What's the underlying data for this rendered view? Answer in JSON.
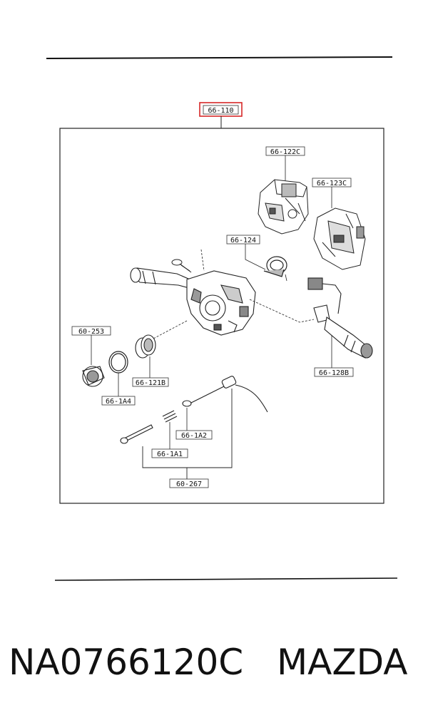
{
  "diagram": {
    "highlight_color": "#d62828",
    "part_labels": {
      "top": "66-110",
      "c122": "66-122C",
      "c123": "66-123C",
      "p124": "66-124",
      "p253": "60-253",
      "b121": "66-121B",
      "a14": "66-1A4",
      "b128": "66-128B",
      "a12": "66-1A2",
      "a11": "66-1A1",
      "p267": "60-267"
    }
  },
  "footer": {
    "part_number": "NA0766120C",
    "brand": "MAZDA"
  }
}
